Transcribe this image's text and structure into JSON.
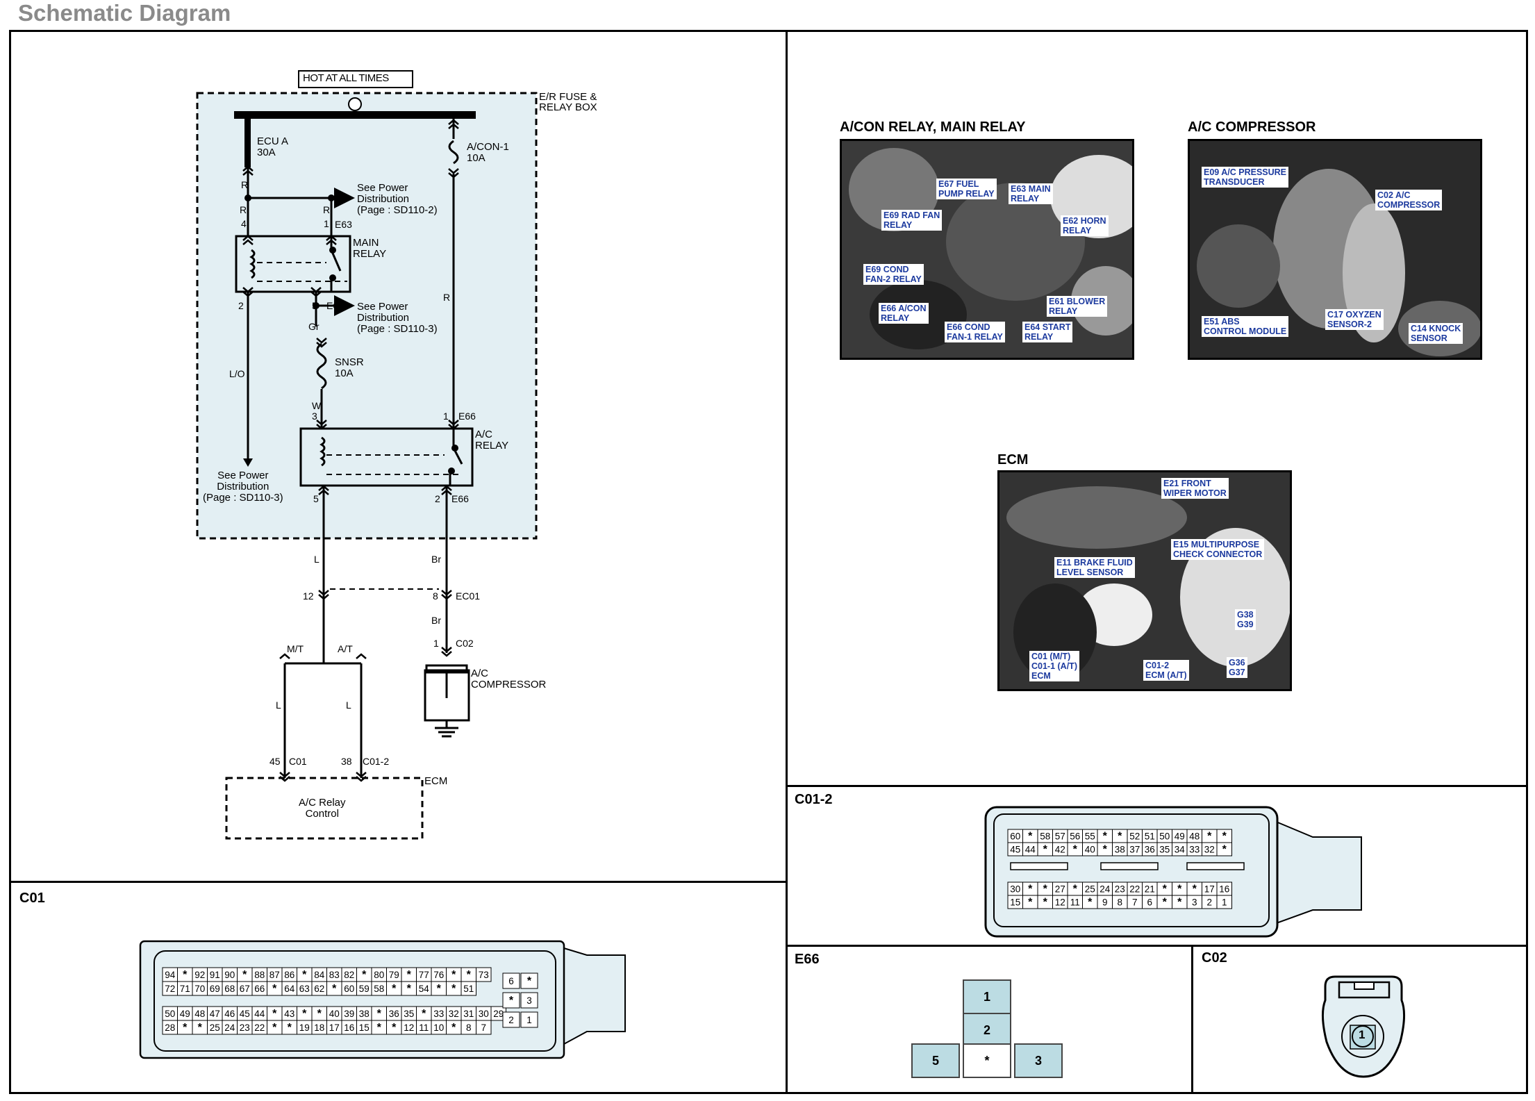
{
  "title": "Schematic Diagram",
  "schematic": {
    "supply_label": "HOT AT ALL TIMES",
    "fuse_box_label": "E/R FUSE &\nRELAY BOX",
    "fuse_ecu_a": "ECU A\n30A",
    "fuse_acon1": "A/CON-1\n10A",
    "fuse_snsr": "SNSR\n10A",
    "see_power_1": "See Power\nDistribution\n(Page : SD110-2)",
    "see_power_2": "See Power\nDistribution\n(Page : SD110-3)",
    "see_power_3": "See Power\nDistribution\n(Page : SD110-3)",
    "main_relay_label": "MAIN\nRELAY",
    "ac_relay_label": "A/C\nRELAY",
    "ac_compressor_label": "A/C\nCOMPRESSOR",
    "ecm_label": "ECM",
    "ecm_inner_label": "A/C Relay\nControl",
    "wire_R": "R",
    "wire_LO": "L/O",
    "wire_Gr": "Gr",
    "wire_W": "W",
    "wire_L": "L",
    "wire_Br": "Br",
    "mt": "M/T",
    "at": "A/T",
    "connectors": {
      "e63": "E63",
      "e66": "E66",
      "ec01": "EC01",
      "c02": "C02",
      "c01": "C01",
      "c01_2": "C01-2"
    },
    "pins": {
      "p4": "4",
      "p1": "1",
      "p2": "2",
      "p5": "5",
      "p3": "3",
      "p12": "12",
      "p8": "8",
      "p45": "45",
      "p38": "38"
    }
  },
  "photos": {
    "relay": {
      "title": "A/CON RELAY, MAIN RELAY",
      "callouts": [
        "E67 FUEL\nPUMP RELAY",
        "E63 MAIN\nRELAY",
        "E69 RAD FAN\nRELAY",
        "E62 HORN\nRELAY",
        "E69 COND\nFAN-2 RELAY",
        "E61 BLOWER\nRELAY",
        "E66 A/CON\nRELAY",
        "E66 COND\nFAN-1 RELAY",
        "E64 START\nRELAY"
      ]
    },
    "compressor": {
      "title": "A/C COMPRESSOR",
      "callouts": [
        "E09 A/C PRESSURE\nTRANSDUCER",
        "C02 A/C\nCOMPRESSOR",
        "E51 ABS\nCONTROL MODULE",
        "C17 OXYZEN\nSENSOR-2",
        "C14 KNOCK\nSENSOR"
      ]
    },
    "ecm": {
      "title": "ECM",
      "callouts": [
        "E21 FRONT\nWIPER MOTOR",
        "E15 MULTIPURPOSE\nCHECK CONNECTOR",
        "E11 BRAKE FLUID\nLEVEL SENSOR",
        "G38\nG39",
        "C01 (M/T)\nC01-1 (A/T)\nECM",
        "C01-2\nECM (A/T)",
        "G36\nG37"
      ]
    }
  },
  "connector_c01": {
    "label": "C01",
    "rows": [
      [
        "94",
        "*",
        "92",
        "91",
        "90",
        "*",
        "88",
        "87",
        "86",
        "*",
        "84",
        "83",
        "82",
        "*",
        "80",
        "79",
        "*",
        "77",
        "76",
        "*",
        "*",
        "73"
      ],
      [
        "72",
        "71",
        "70",
        "69",
        "68",
        "67",
        "66",
        "*",
        "64",
        "63",
        "62",
        "*",
        "60",
        "59",
        "58",
        "*",
        "*",
        "54",
        "*",
        "*",
        "51"
      ],
      [
        "50",
        "49",
        "48",
        "47",
        "46",
        "45",
        "44",
        "*",
        "43",
        "*",
        "*",
        "40",
        "39",
        "38",
        "*",
        "36",
        "35",
        "*",
        "33",
        "32",
        "31",
        "30",
        "29"
      ],
      [
        "28",
        "*",
        "*",
        "25",
        "24",
        "23",
        "22",
        "*",
        "*",
        "19",
        "18",
        "17",
        "16",
        "15",
        "*",
        "*",
        "12",
        "11",
        "10",
        "*",
        "8",
        "7"
      ]
    ],
    "side": [
      [
        "6",
        "*"
      ],
      [
        "*",
        "3"
      ],
      [
        "2",
        "1"
      ]
    ]
  },
  "connector_c01_2": {
    "label": "C01-2",
    "rows": [
      [
        "60",
        "*",
        "58",
        "57",
        "56",
        "55",
        "*",
        "*",
        "52",
        "51",
        "50",
        "49",
        "48",
        "*",
        "*"
      ],
      [
        "45",
        "44",
        "*",
        "42",
        "*",
        "40",
        "*",
        "38",
        "37",
        "36",
        "35",
        "34",
        "33",
        "32",
        "*"
      ],
      [
        "30",
        "*",
        "*",
        "27",
        "*",
        "25",
        "24",
        "23",
        "22",
        "21",
        "*",
        "*",
        "*",
        "17",
        "16"
      ],
      [
        "15",
        "*",
        "*",
        "12",
        "11",
        "*",
        "9",
        "8",
        "7",
        "6",
        "*",
        "*",
        "3",
        "2",
        "1"
      ]
    ]
  },
  "connector_e66": {
    "label": "E66",
    "pins": [
      "1",
      "2",
      "5",
      "*",
      "3"
    ]
  },
  "connector_c02": {
    "label": "C02",
    "pin": "1"
  }
}
